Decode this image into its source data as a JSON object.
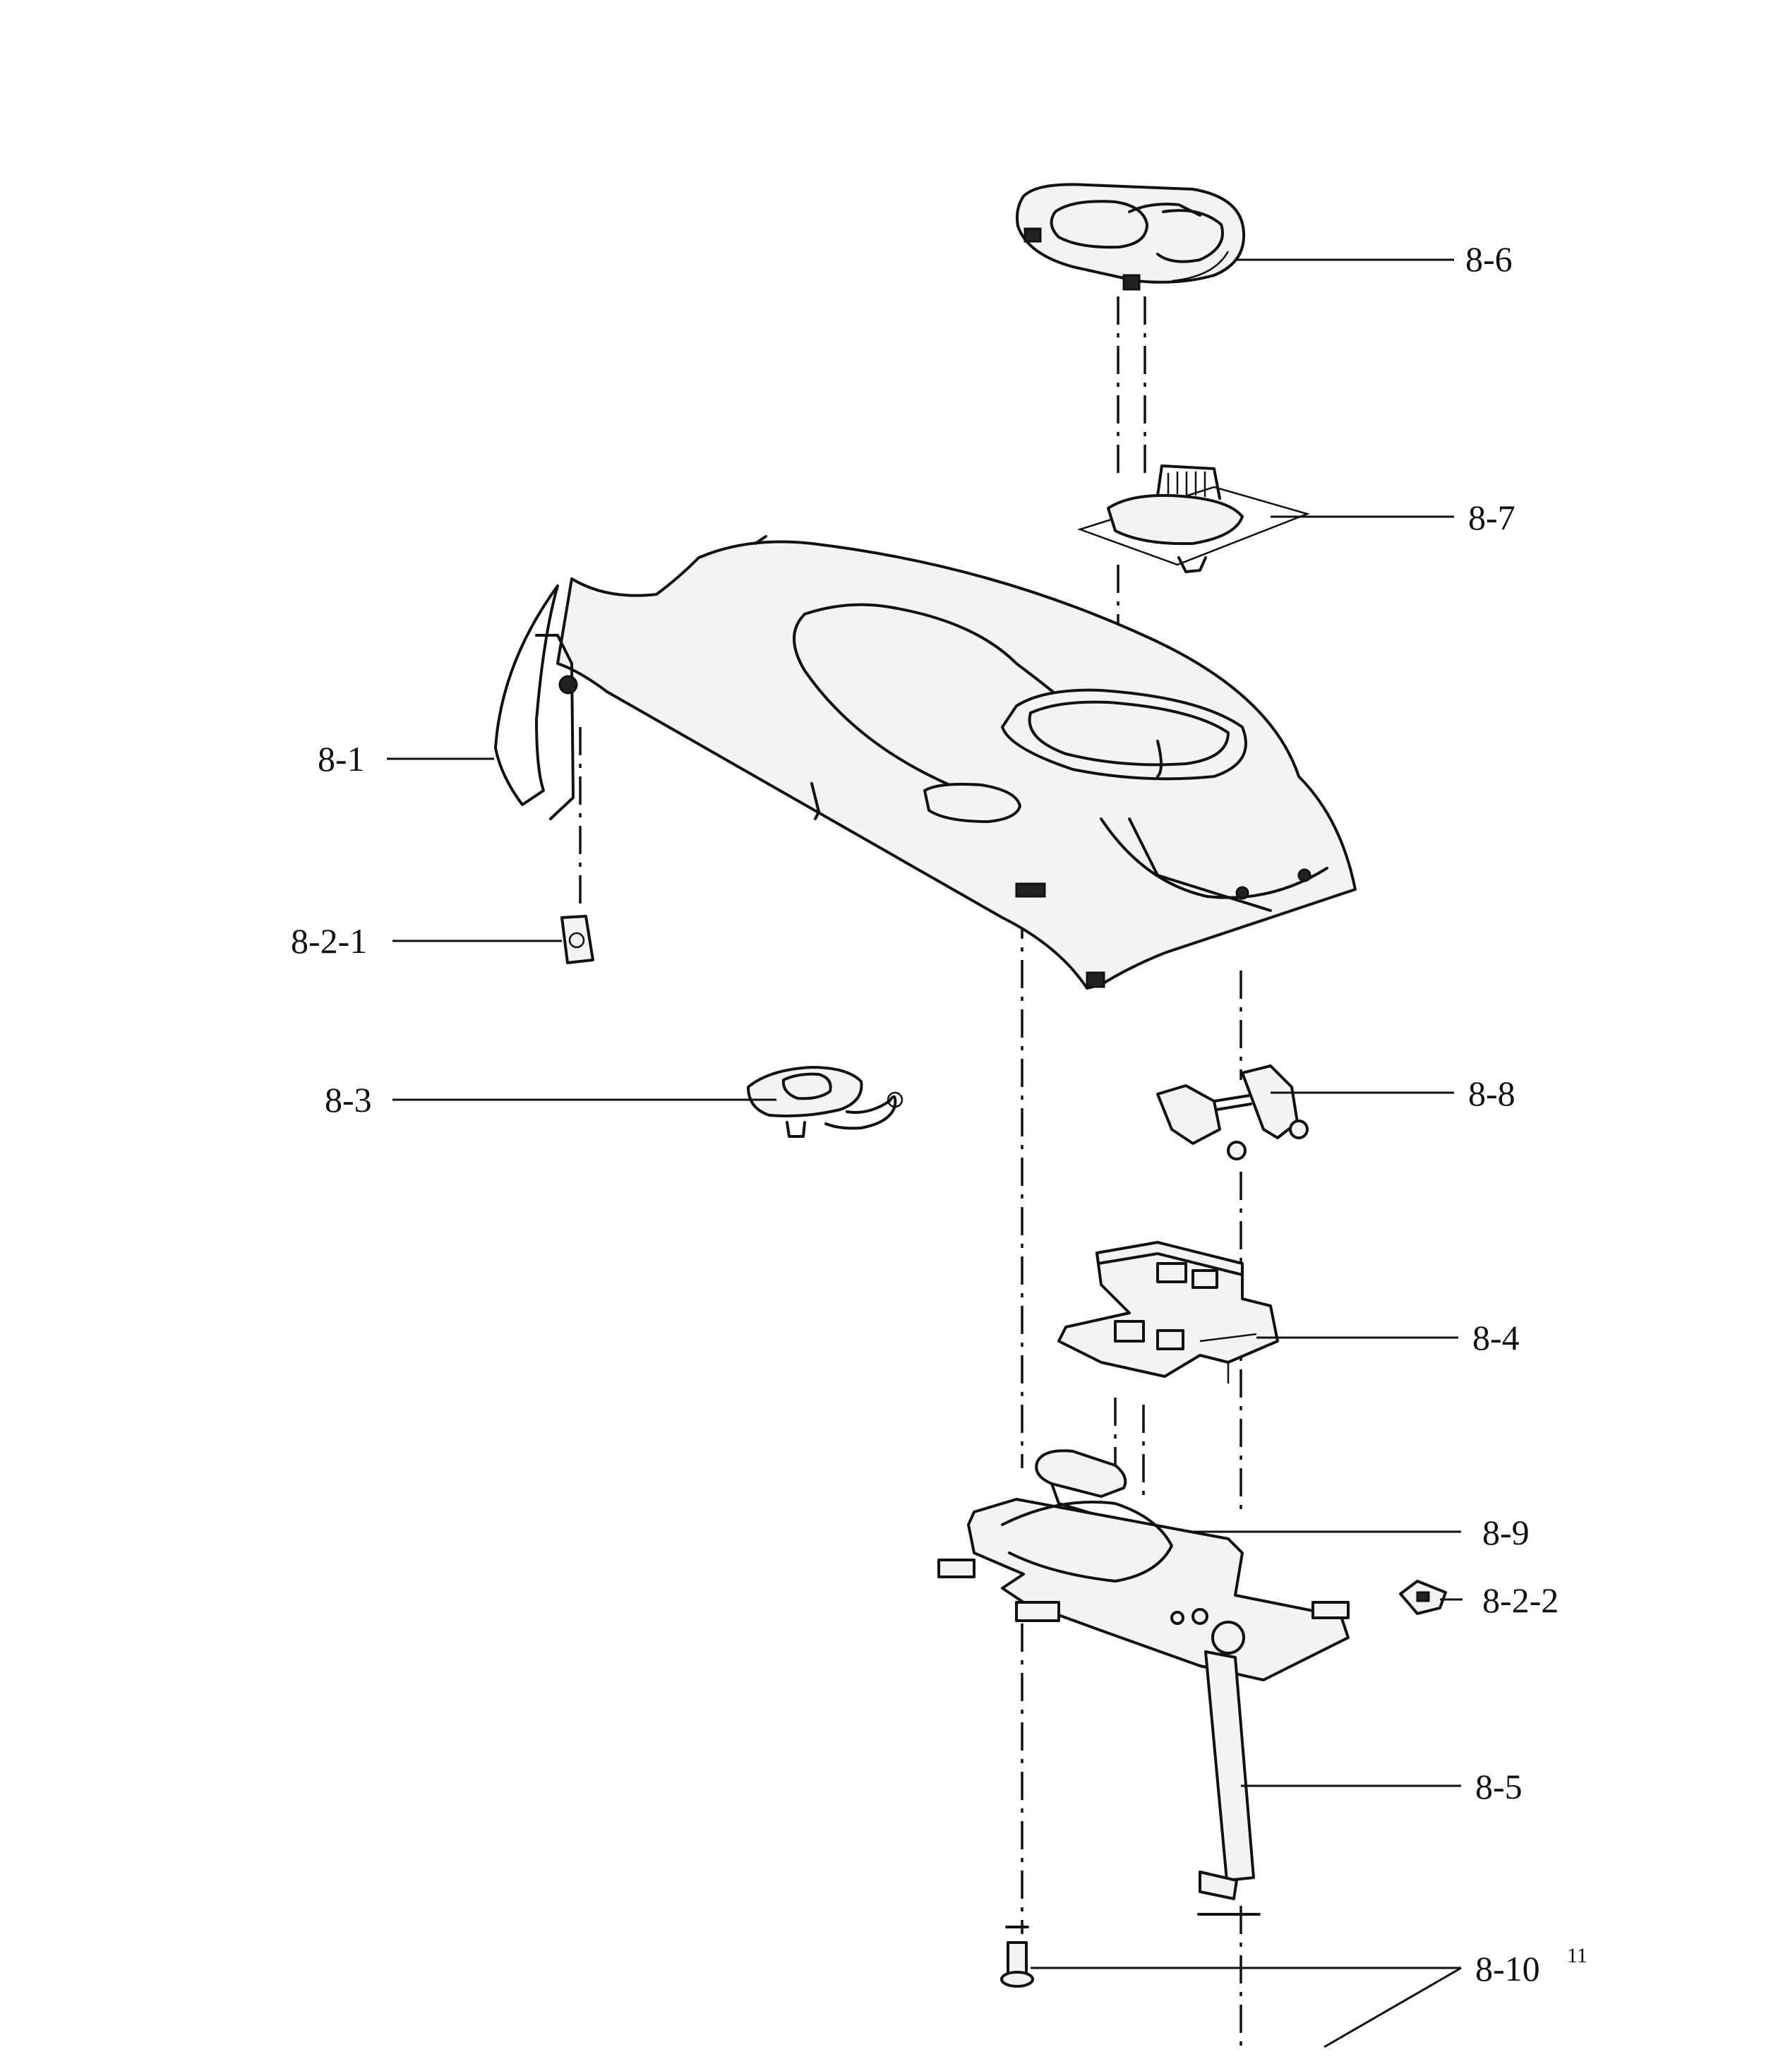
{
  "diagram": {
    "callouts": [
      {
        "id": "8-6",
        "label": "8-6"
      },
      {
        "id": "8-7",
        "label": "8-7"
      },
      {
        "id": "8-1",
        "label": "8-1"
      },
      {
        "id": "8-2-1",
        "label": "8-2-1"
      },
      {
        "id": "8-3",
        "label": "8-3"
      },
      {
        "id": "8-8",
        "label": "8-8"
      },
      {
        "id": "8-4",
        "label": "8-4"
      },
      {
        "id": "8-9",
        "label": "8-9"
      },
      {
        "id": "8-2-2",
        "label": "8-2-2"
      },
      {
        "id": "8-5",
        "label": "8-5"
      },
      {
        "id": "8-10",
        "label": "8-10"
      }
    ],
    "page_number": "11"
  }
}
